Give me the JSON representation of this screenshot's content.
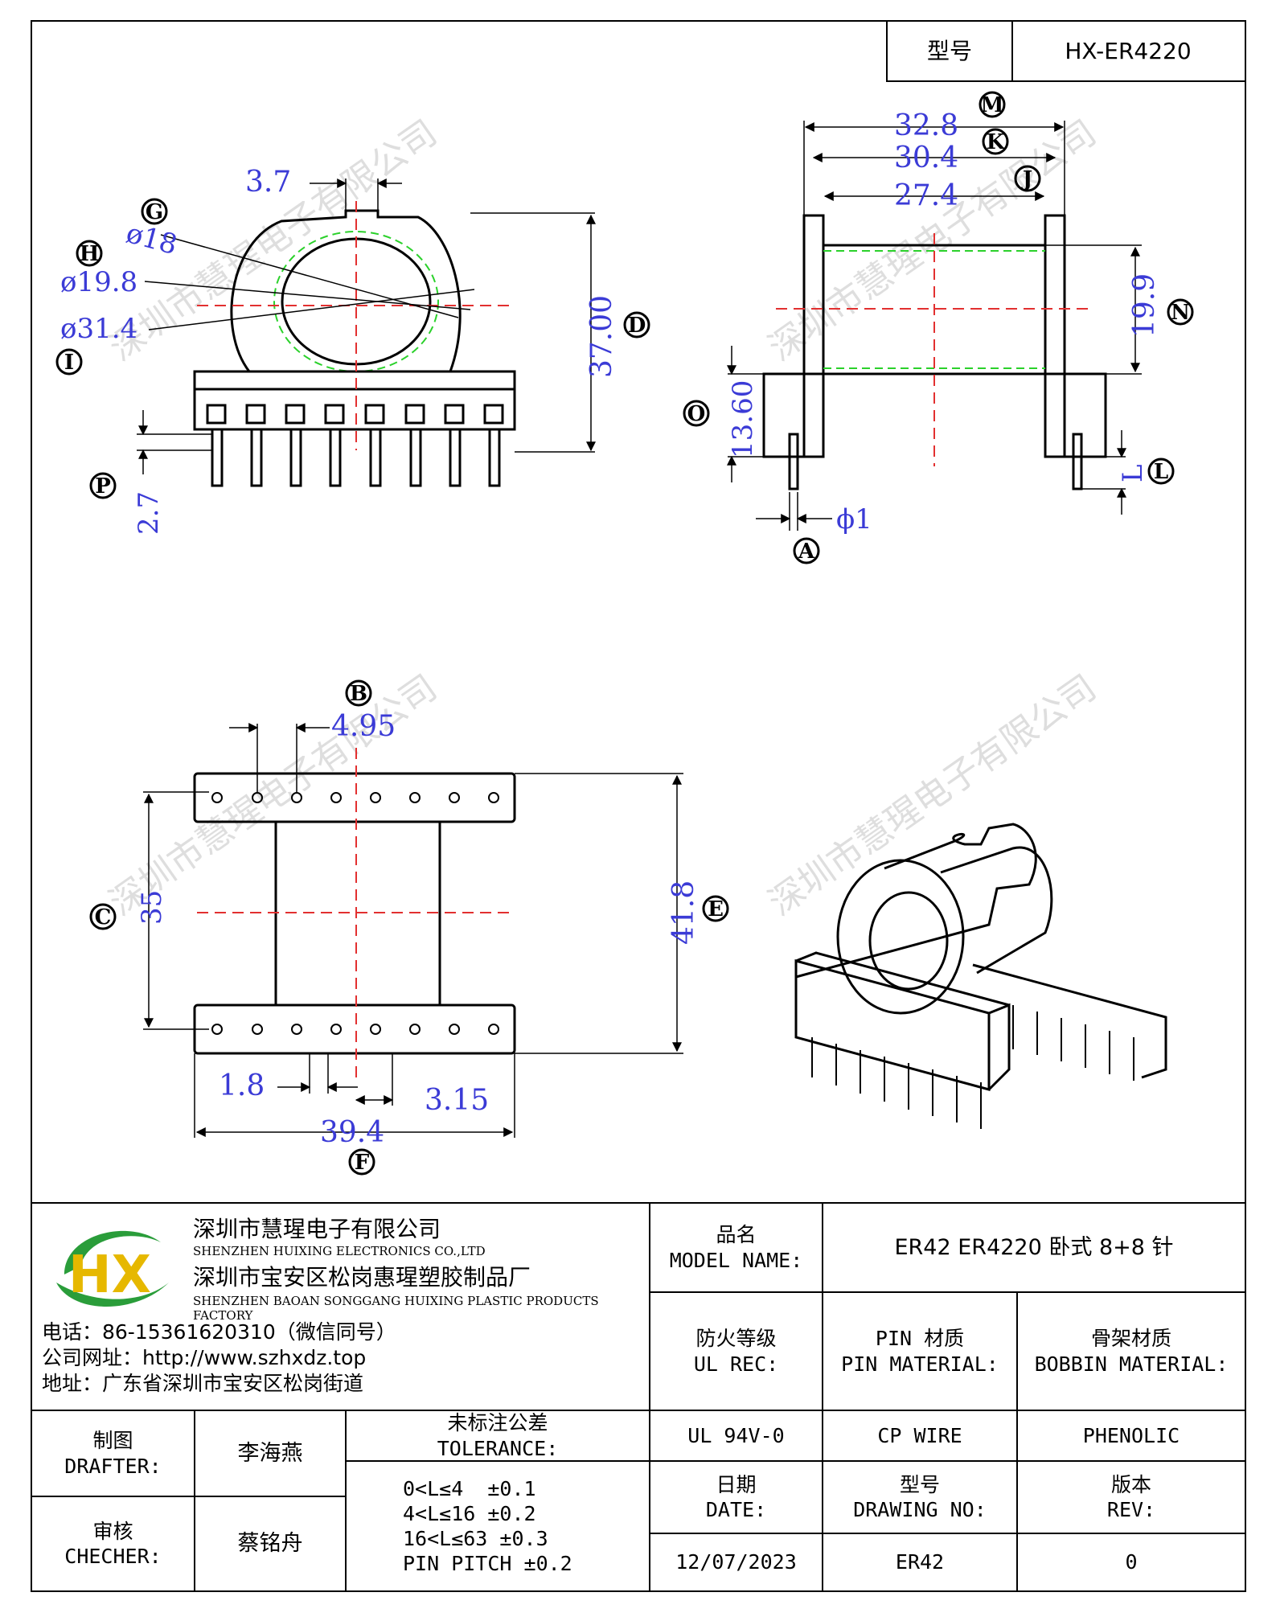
{
  "header": {
    "model_label": "型号",
    "model_value": "HX-ER4220"
  },
  "dimensions": {
    "d37": "3.7",
    "g": "ø18",
    "h": "ø19.8",
    "i": "ø31.4",
    "d37_00": "37.00",
    "p": "2.7",
    "m": "32.8",
    "k": "30.4",
    "j": "27.4",
    "n": "19.9",
    "o": "13.60",
    "l": "L",
    "a": "ϕ1",
    "b": "4.95",
    "c": "35",
    "e": "41.8",
    "f": "39.4",
    "d18": "1.8",
    "d315": "3.15"
  },
  "labels": [
    "A",
    "B",
    "C",
    "D",
    "E",
    "F",
    "G",
    "H",
    "I",
    "J",
    "K",
    "L",
    "M",
    "N",
    "O",
    "P"
  ],
  "watermark": "深圳市慧瑆电子有限公司",
  "company": {
    "name_cn": "深圳市慧瑆电子有限公司",
    "name_en": "SHENZHEN HUIXING ELECTRONICS CO.,LTD",
    "factory_cn": "深圳市宝安区松岗惠瑆塑胶制品厂",
    "factory_en": "SHENZHEN BAOAN SONGGANG HUIXING PLASTIC PRODUCTS FACTORY",
    "phone": "电话：86-15361620310（微信同号）",
    "web": "公司网址：http://www.szhxdz.top",
    "address": "地址：广东省深圳市宝安区松岗街道"
  },
  "title_block": {
    "model_name_cn": "品名",
    "model_name_en": "MODEL NAME:",
    "model_name_value": "ER42 ER4220 卧式 8+8 针",
    "ul_cn": "防火等级",
    "ul_en": "UL REC:",
    "pin_cn": "PIN 材质",
    "pin_en": "PIN MATERIAL:",
    "bobbin_cn": "骨架材质",
    "bobbin_en": "BOBBIN MATERIAL:",
    "ul_value": "UL 94V-0",
    "pin_value": "CP WIRE",
    "bobbin_value": "PHENOLIC",
    "drafter_cn": "制图",
    "drafter_en": "DRAFTER:",
    "drafter_value": "李海燕",
    "checker_cn": "审核",
    "checker_en": "CHECHER:",
    "checker_value": "蔡铭舟",
    "tolerance_cn": "未标注公差",
    "tolerance_en": "TOLERANCE:",
    "tolerance_lines": [
      "0<L≤4  ±0.1",
      "4<L≤16 ±0.2",
      "16<L≤63 ±0.3",
      "PIN PITCH ±0.2"
    ],
    "date_cn": "日期",
    "date_en": "DATE:",
    "date_value": "12/07/2023",
    "drawing_no_cn": "型号",
    "drawing_no_en": "DRAWING NO:",
    "drawing_no_value": "ER42",
    "rev_cn": "版本",
    "rev_en": "REV:",
    "rev_value": "0"
  },
  "logo_text": "HX"
}
